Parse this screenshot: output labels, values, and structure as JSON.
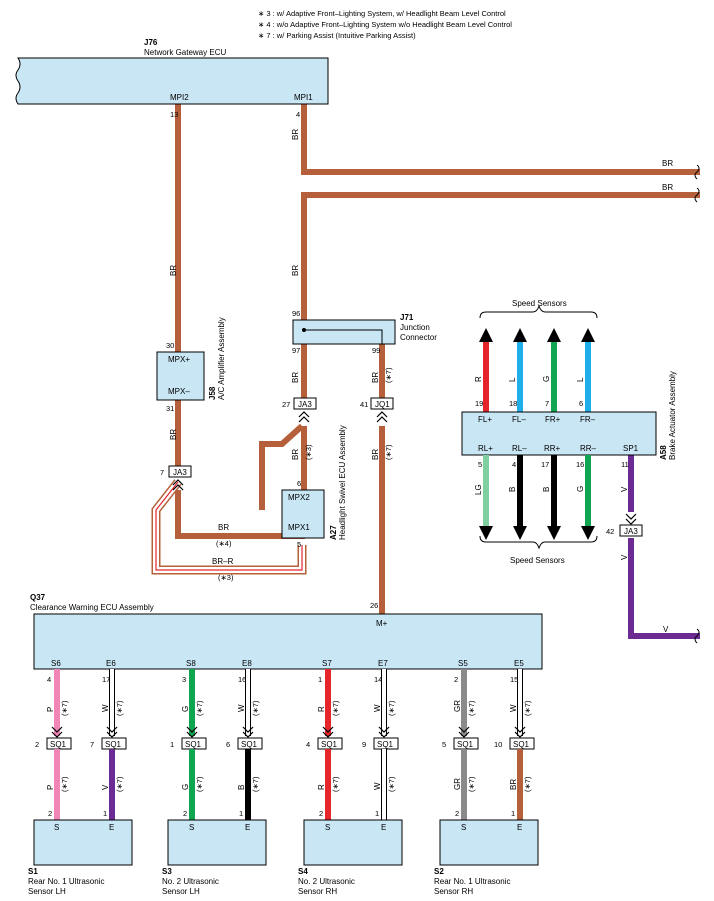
{
  "colors": {
    "br": "#b5603a",
    "red": "#e4262c",
    "lightblue": "#1eaee9",
    "green": "#10a651",
    "lightgreen": "#7fcfa0",
    "pink": "#ef86b6",
    "purple": "#6c2b92",
    "gray": "#8a8a8a",
    "black": "#000000",
    "box_fill": "#c9e6f5"
  },
  "notes": [
    "∗ 3 : w/ Adaptive Front–Lighting System,  w/ Headlight Beam Level Control",
    "∗ 4 : w/o Adaptive Front–Lighting System w/o Headlight Beam Level Control",
    "∗ 7 : w/ Parking Assist (Intuitive Parking Assist)"
  ],
  "j76": {
    "code": "J76",
    "name": "Network Gateway ECU",
    "pin_mpi2": "MPI2",
    "num_mpi2": "13",
    "pin_mpi1": "MPI1",
    "num_mpi1": "4"
  },
  "wires": {
    "br": "BR",
    "br_r": "BR–R",
    "v": "V",
    "note3": "(∗3)",
    "note4": "(∗4)",
    "note7": "(∗7)"
  },
  "j58": {
    "code": "J58",
    "name": "A/C Amplifier Assembly",
    "pin_mpxp": "MPX+",
    "num_mpxp": "30",
    "pin_mpxm": "MPX–",
    "num_mpxm": "31"
  },
  "j71": {
    "code": "J71",
    "name1": "Junction",
    "name2": "Connector",
    "num_top": "96",
    "num_97": "97",
    "num_99": "99"
  },
  "connectors": {
    "ja3_a": "JA3",
    "ja3_a_num": "7",
    "ja3_b": "JA3",
    "ja3_b_num": "27",
    "jq1": "JQ1",
    "jq1_num": "41",
    "ja3_c": "JA3",
    "ja3_c_num": "42"
  },
  "a27": {
    "code": "A27",
    "name": "Headlight Swivel ECU Assembly",
    "pin_mpx2": "MPX2",
    "num_mpx2": "6",
    "pin_mpx1": "MPX1",
    "num_mpx1": "5"
  },
  "a58": {
    "code": "A58",
    "name": "Brake Actuator Assembly",
    "speed_sensors_top": "Speed Sensors",
    "speed_sensors_bottom": "Speed Sensors",
    "top_pins": [
      {
        "label": "FL+",
        "num": "19",
        "wire": "R"
      },
      {
        "label": "FL–",
        "num": "18",
        "wire": "L"
      },
      {
        "label": "FR+",
        "num": "7",
        "wire": "G"
      },
      {
        "label": "FR–",
        "num": "6",
        "wire": "L"
      }
    ],
    "bottom_pins": [
      {
        "label": "RL+",
        "num": "5",
        "wire": "LG"
      },
      {
        "label": "RL–",
        "num": "4",
        "wire": "B"
      },
      {
        "label": "RR+",
        "num": "17",
        "wire": "B"
      },
      {
        "label": "RR–",
        "num": "16",
        "wire": "G"
      },
      {
        "label": "SP1",
        "num": "11",
        "wire": "V"
      }
    ]
  },
  "q37": {
    "code": "Q37",
    "name": "Clearance Warning ECU Assembly",
    "pin_m": "M+",
    "num_m": "26",
    "pins": [
      {
        "label": "S6",
        "num": "4",
        "wire": "P",
        "conn": "SQ1",
        "conn_num": "2",
        "wire2": "P",
        "sensor_num": "2"
      },
      {
        "label": "E6",
        "num": "17",
        "wire": "W",
        "conn": "SQ1",
        "conn_num": "7",
        "wire2": "V",
        "sensor_num": "1"
      },
      {
        "label": "S8",
        "num": "3",
        "wire": "G",
        "conn": "SQ1",
        "conn_num": "1",
        "wire2": "G",
        "sensor_num": "2"
      },
      {
        "label": "E8",
        "num": "16",
        "wire": "W",
        "conn": "SQ1",
        "conn_num": "6",
        "wire2": "B",
        "sensor_num": "1"
      },
      {
        "label": "S7",
        "num": "1",
        "wire": "R",
        "conn": "SQ1",
        "conn_num": "4",
        "wire2": "R",
        "sensor_num": "2"
      },
      {
        "label": "E7",
        "num": "14",
        "wire": "W",
        "conn": "SQ1",
        "conn_num": "9",
        "wire2": "W",
        "sensor_num": "1"
      },
      {
        "label": "S5",
        "num": "2",
        "wire": "GR",
        "conn": "SQ1",
        "conn_num": "5",
        "wire2": "GR",
        "sensor_num": "2"
      },
      {
        "label": "E5",
        "num": "15",
        "wire": "W",
        "conn": "SQ1",
        "conn_num": "10",
        "wire2": "BR",
        "sensor_num": "1"
      }
    ]
  },
  "sensors": [
    {
      "code": "S1",
      "line1": "Rear No. 1 Ultrasonic",
      "line2": "Sensor LH",
      "pin_s": "S",
      "pin_e": "E"
    },
    {
      "code": "S3",
      "line1": "No. 2 Ultrasonic",
      "line2": "Sensor LH",
      "pin_s": "S",
      "pin_e": "E"
    },
    {
      "code": "S4",
      "line1": "No. 2 Ultrasonic",
      "line2": "Sensor RH",
      "pin_s": "S",
      "pin_e": "E"
    },
    {
      "code": "S2",
      "line1": "Rear No. 1 Ultrasonic",
      "line2": "Sensor RH",
      "pin_s": "S",
      "pin_e": "E"
    }
  ]
}
